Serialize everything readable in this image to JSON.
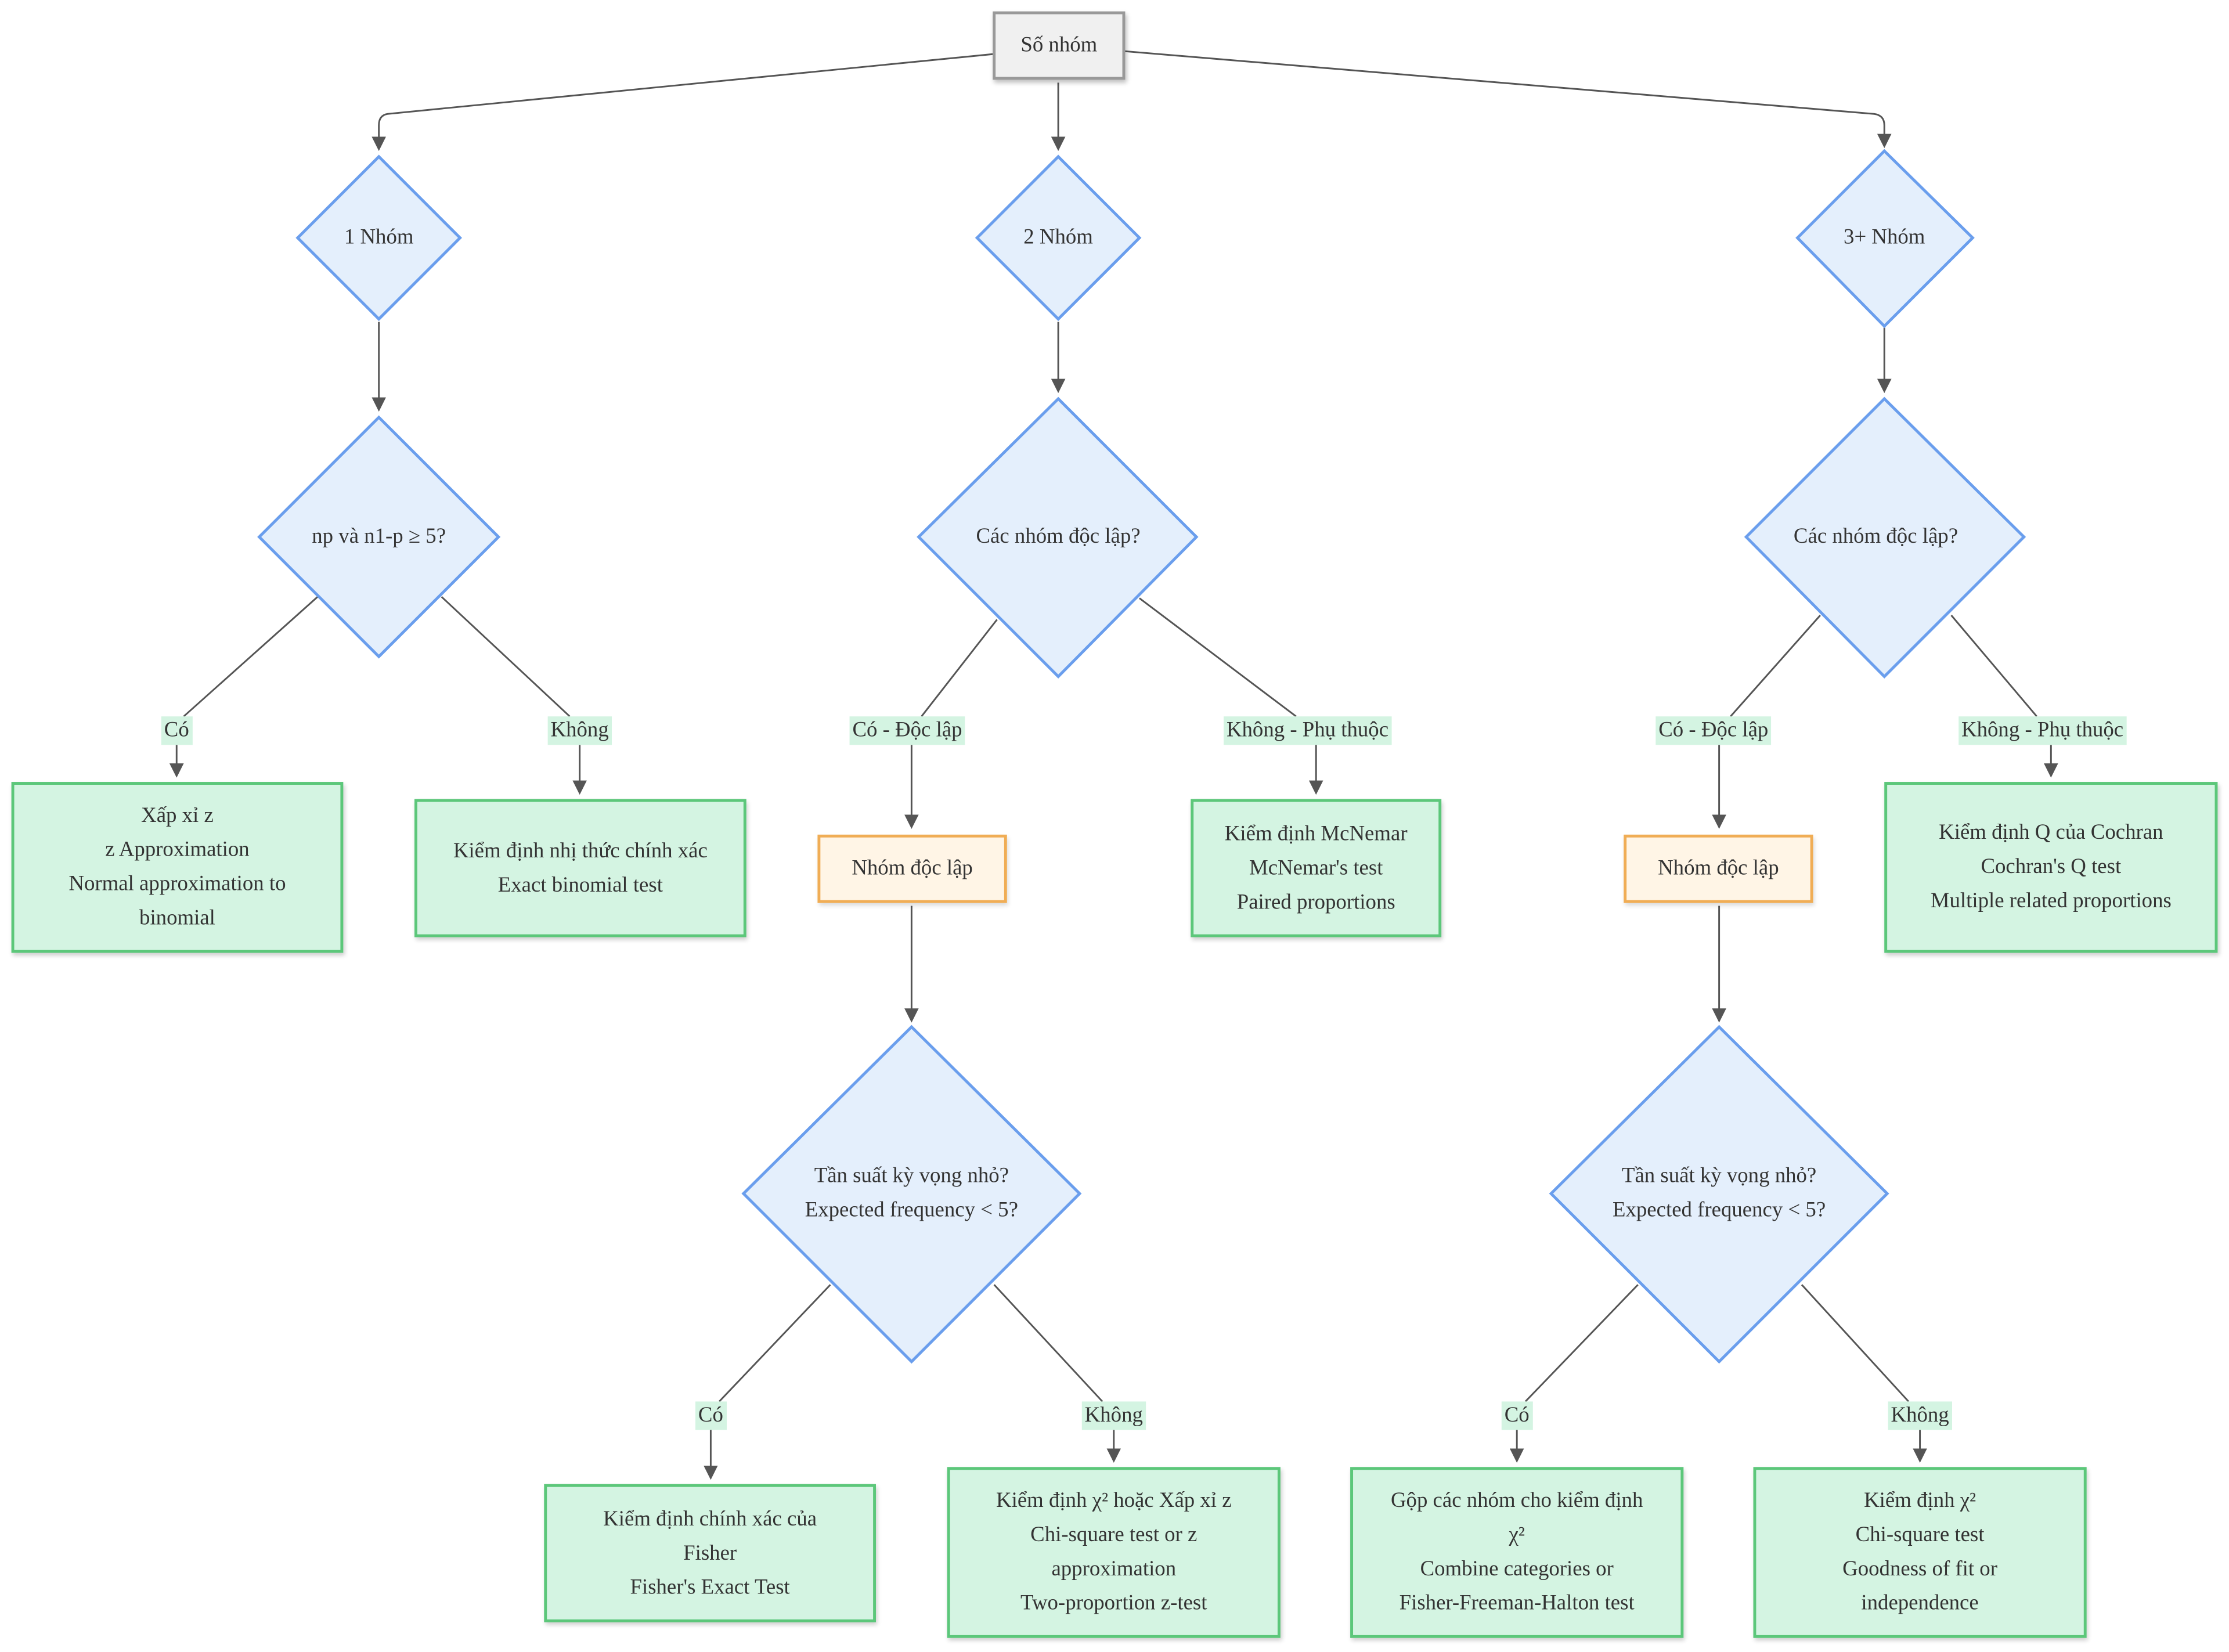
{
  "colors": {
    "diamond_fill": "#e4effc",
    "diamond_stroke": "#6a9eed",
    "result_fill": "#d4f4e2",
    "result_stroke": "#5cc77a",
    "intermediate_fill": "#fff5e6",
    "intermediate_stroke": "#f0ad55",
    "root_fill": "#f0f0f0",
    "root_stroke": "#999999",
    "edge": "#555555"
  },
  "root": {
    "label": "Số nhóm"
  },
  "groups": {
    "one": {
      "label": "1 Nhóm",
      "question": "np và n1-p ≥ 5?",
      "yes_label": "Có",
      "no_label": "Không",
      "yes_result": [
        "Xấp xỉ z",
        "z Approximation",
        "Normal approximation to",
        "binomial"
      ],
      "no_result": [
        "Kiểm định nhị thức chính xác",
        "Exact binomial test"
      ]
    },
    "two": {
      "label": "2 Nhóm",
      "question": "Các nhóm độc lập?",
      "indep_label": "Có - Độc lập",
      "dep_label": "Không - Phụ thuộc",
      "indep_node": "Nhóm độc lập",
      "dep_result": [
        "Kiểm định McNemar",
        "McNemar's test",
        "Paired proportions"
      ],
      "freq_question": [
        "Tần suất kỳ vọng nhỏ?",
        "Expected frequency < 5?"
      ],
      "yes_label": "Có",
      "no_label": "Không",
      "yes_result": [
        "Kiểm định chính xác của",
        "Fisher",
        "Fisher's Exact Test"
      ],
      "no_result": [
        "Kiểm định χ² hoặc Xấp xỉ z",
        "Chi-square test or z",
        "approximation",
        "Two-proportion z-test"
      ]
    },
    "three": {
      "label": "3+ Nhóm",
      "question": "Các nhóm độc lập?",
      "indep_label": "Có - Độc lập",
      "dep_label": "Không - Phụ thuộc",
      "indep_node": "Nhóm độc lập",
      "dep_result": [
        "Kiểm định Q của Cochran",
        "Cochran's Q test",
        "Multiple related proportions"
      ],
      "freq_question": [
        "Tần suất kỳ vọng nhỏ?",
        "Expected frequency < 5?"
      ],
      "yes_label": "Có",
      "no_label": "Không",
      "yes_result": [
        "Gộp các nhóm cho kiểm định",
        "χ²",
        "Combine categories or",
        "Fisher-Freeman-Halton test"
      ],
      "no_result": [
        "Kiểm định χ²",
        "Chi-square test",
        "Goodness of fit or",
        "independence"
      ]
    }
  }
}
